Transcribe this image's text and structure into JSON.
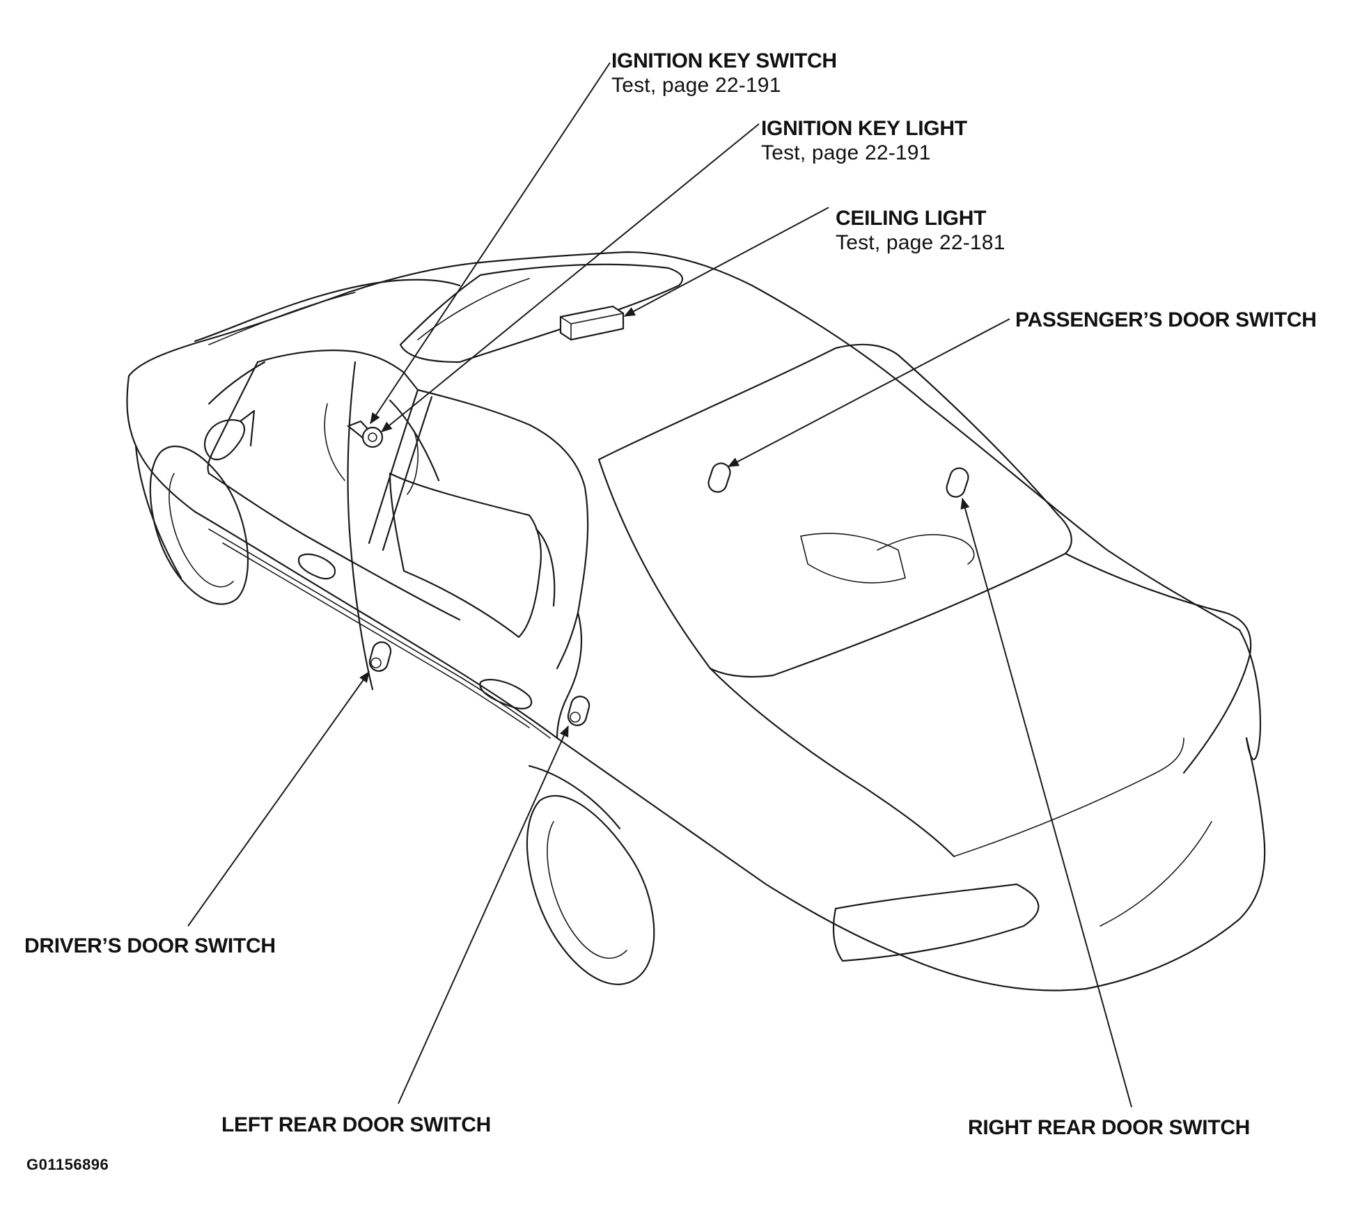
{
  "figure_id": "G01156896",
  "callouts": {
    "ignition_key_switch": {
      "title": "IGNITION KEY SWITCH",
      "ref": "Test, page 22-191"
    },
    "ignition_key_light": {
      "title": "IGNITION KEY LIGHT",
      "ref": "Test, page 22-191"
    },
    "ceiling_light": {
      "title": "CEILING LIGHT",
      "ref": "Test, page 22-181"
    },
    "passengers_door_switch": {
      "title": "PASSENGER’S DOOR SWITCH"
    },
    "drivers_door_switch": {
      "title": "DRIVER’S DOOR SWITCH"
    },
    "left_rear_door_switch": {
      "title": "LEFT REAR DOOR SWITCH"
    },
    "right_rear_door_switch": {
      "title": "RIGHT REAR DOOR SWITCH"
    }
  },
  "colors": {
    "line": "#1a1a1a",
    "background": "#ffffff"
  }
}
